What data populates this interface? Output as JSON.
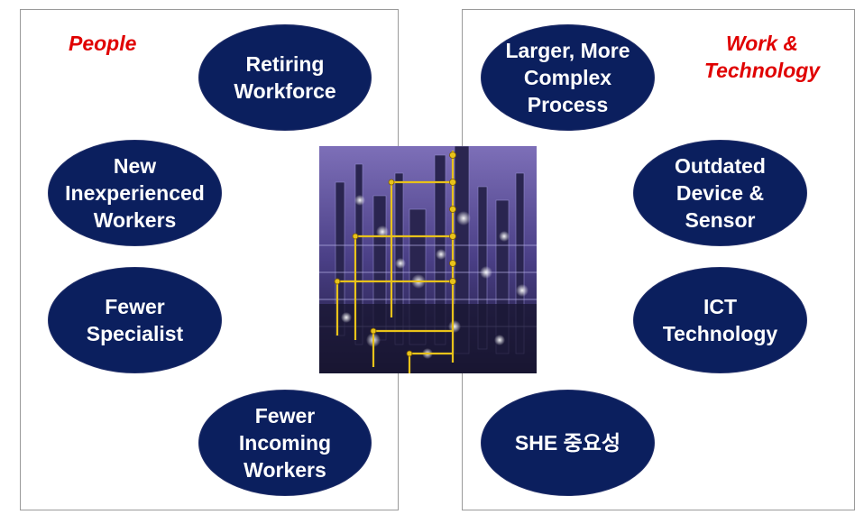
{
  "left_panel": {
    "title": "People"
  },
  "right_panel": {
    "title": "Work &\nTechnology"
  },
  "nodes": {
    "retiring_workforce": "Retiring\nWorkforce",
    "new_inexperienced_workers": "New\nInexperienced\nWorkers",
    "fewer_specialist": "Fewer\nSpecialist",
    "fewer_incoming_workers": "Fewer\nIncoming\nWorkers",
    "larger_more_complex_process": "Larger, More\nComplex\nProcess",
    "outdated_device_sensor": "Outdated\nDevice &\nSensor",
    "ict_technology": "ICT\nTechnology",
    "she_importance": "SHE 중요성"
  },
  "colors": {
    "ellipse_fill": "#0b1f5e",
    "title_red": "#e00000",
    "pipe_yellow": "#e8c21a"
  },
  "image": {
    "subject": "industrial-plant-at-night-photo"
  }
}
